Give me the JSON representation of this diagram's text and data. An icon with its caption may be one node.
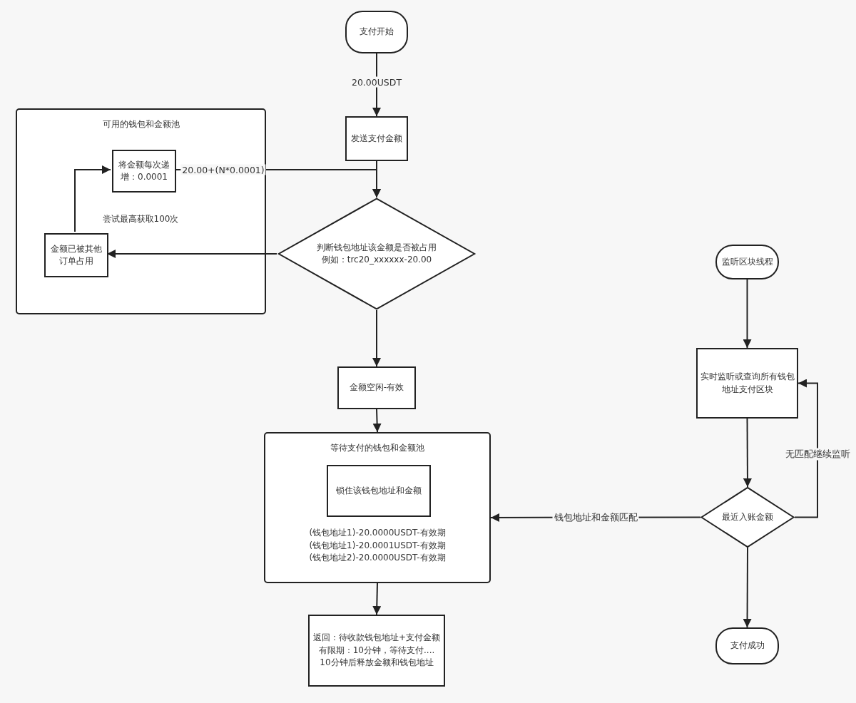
{
  "diagram": {
    "nodes": [
      {
        "text": [
          "支付开始"
        ]
      },
      {
        "text": [
          "发送支付金额"
        ]
      },
      {
        "text": [
          "可用的钱包和金额池"
        ]
      },
      {
        "text": [
          "将金额每次递增：0.0001"
        ],
        "in": 2
      },
      {
        "text": [
          "金额已被其他订单占用"
        ],
        "in": 2
      },
      {
        "text": [
          "判断钱包地址该金额是否被占用",
          "例如：trc20_xxxxxx-20.00"
        ]
      },
      {
        "text": [
          "金额空闲-有效"
        ]
      },
      {
        "text": [
          "等待支付的钱包和金额池",
          "(钱包地址1)-20.0000USDT-有效期",
          "(钱包地址1)-20.0001USDT-有效期",
          "(钱包地址2)-20.0000USDT-有效期"
        ]
      },
      {
        "text": [
          "锁住该钱包地址和金额"
        ],
        "in": 7
      },
      {
        "text": [
          "返回：待收款钱包地址+支付金额",
          "有限期：10分钟，等待支付....",
          "10分钟后释放金额和钱包地址"
        ]
      },
      {
        "text": [
          "监听区块线程"
        ]
      },
      {
        "text": [
          "实时监听或查询所有钱包地址支付区块"
        ]
      },
      {
        "text": [
          "最近入账金额"
        ]
      },
      {
        "text": [
          "支付成功"
        ]
      }
    ],
    "edges": [
      {
        "from": 0,
        "to": 1,
        "arrow": "to",
        "label": "20.00USDT"
      },
      {
        "from": 1,
        "to": 5,
        "arrow": "to"
      },
      {
        "from": 3,
        "to": 5,
        "arrow": "to",
        "label": "20.00+(N*0.0001)"
      },
      {
        "from": 5,
        "to": 4,
        "arrow": "to"
      },
      {
        "from": 4,
        "to": 3,
        "arrow": "to"
      },
      {
        "from": 5,
        "to": 6,
        "arrow": "to"
      },
      {
        "from": 6,
        "to": 7,
        "arrow": "to"
      },
      {
        "from": 7,
        "to": 9,
        "arrow": "to"
      },
      {
        "from": 10,
        "to": 11,
        "arrow": "to"
      },
      {
        "from": 11,
        "to": 12,
        "arrow": "to"
      },
      {
        "from": 12,
        "to": 11,
        "arrow": "to",
        "label": "无匹配继续监听"
      },
      {
        "from": 12,
        "to": 7,
        "arrow": "to",
        "label": "钱包地址和金额匹配"
      },
      {
        "from": 12,
        "to": 13,
        "arrow": "to"
      }
    ],
    "labels": [
      "尝试最高获取100次"
    ]
  }
}
